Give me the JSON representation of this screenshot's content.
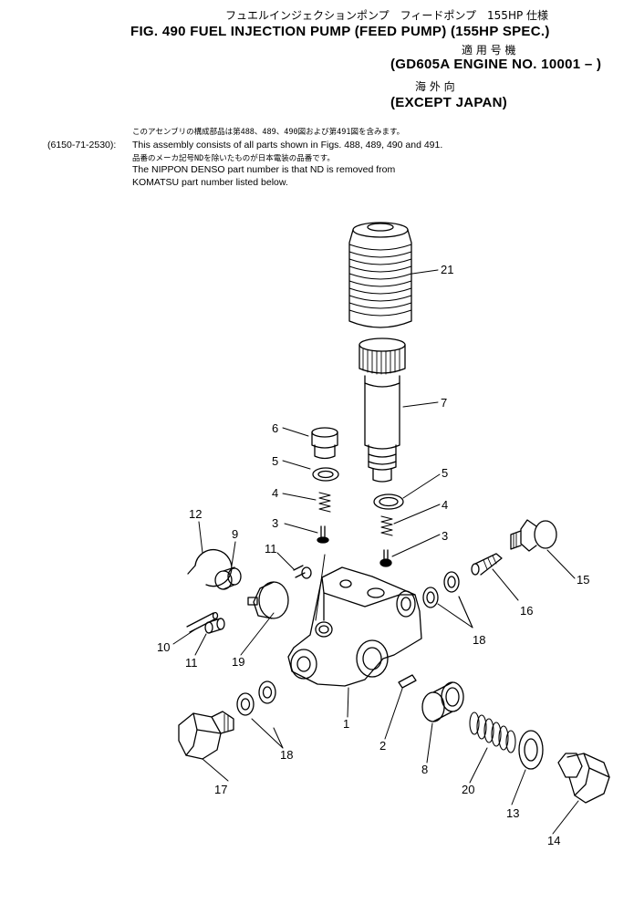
{
  "header": {
    "title_jp": "フュエルインジェクションポンプ　フィードポンプ　155HP 仕様",
    "title_en": "FIG. 490  FUEL INJECTION PUMP (FEED PUMP) (155HP SPEC.)",
    "applicable_jp": "適 用 号 機",
    "applicable_en": "(GD605A ENGINE NO. 10001 – )",
    "region_jp": "海 外 向",
    "region_en": "(EXCEPT JAPAN)"
  },
  "notes": {
    "jp_line1": "このアセンブリの構成部品は第488、489、490図および第491図を含みます。",
    "assembly_number": "(6150-71-2530):",
    "en_line1": "This assembly consists of all parts shown in Figs. 488, 489, 490 and 491.",
    "jp_line2": "品番のメーカ記号NDを除いたものが日本電装の品番です。",
    "en_line2": "The NIPPON DENSO part number is that ND is removed from",
    "en_line3": "KOMATSU part number listed below."
  },
  "callouts": [
    "21",
    "7",
    "6",
    "5",
    "5",
    "4",
    "4",
    "3",
    "3",
    "12",
    "9",
    "11",
    "15",
    "16",
    "18",
    "10",
    "11",
    "19",
    "1",
    "2",
    "8",
    "20",
    "18",
    "17",
    "13",
    "14"
  ]
}
